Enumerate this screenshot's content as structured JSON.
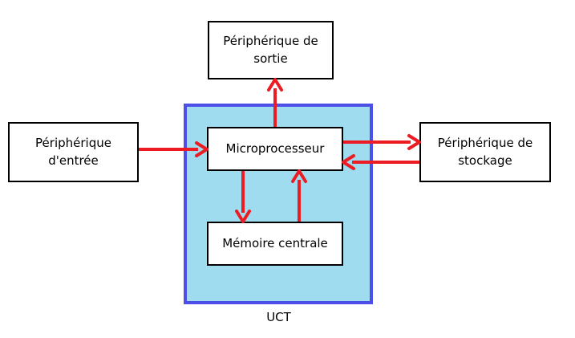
{
  "diagram": {
    "colors": {
      "arrow": "#ec1c24",
      "uct_border": "#4e4fe6",
      "uct_fill": "#9fdcef",
      "box_border": "#000000"
    },
    "output_device": {
      "line1": "Périphérique de",
      "line2": "sortie"
    },
    "input_device": {
      "line1": "Périphérique",
      "line2": "d'entrée"
    },
    "storage_device": {
      "line1": "Périphérique de",
      "line2": "stockage"
    },
    "processor": {
      "label": "Microprocesseur"
    },
    "memory": {
      "label": "Mémoire centrale"
    },
    "uct": {
      "label": "UCT"
    },
    "connections": [
      {
        "from": "input_device",
        "to": "processor"
      },
      {
        "from": "processor",
        "to": "output_device"
      },
      {
        "from": "processor",
        "to": "storage_device"
      },
      {
        "from": "storage_device",
        "to": "processor"
      },
      {
        "from": "processor",
        "to": "memory"
      },
      {
        "from": "memory",
        "to": "processor"
      }
    ]
  }
}
